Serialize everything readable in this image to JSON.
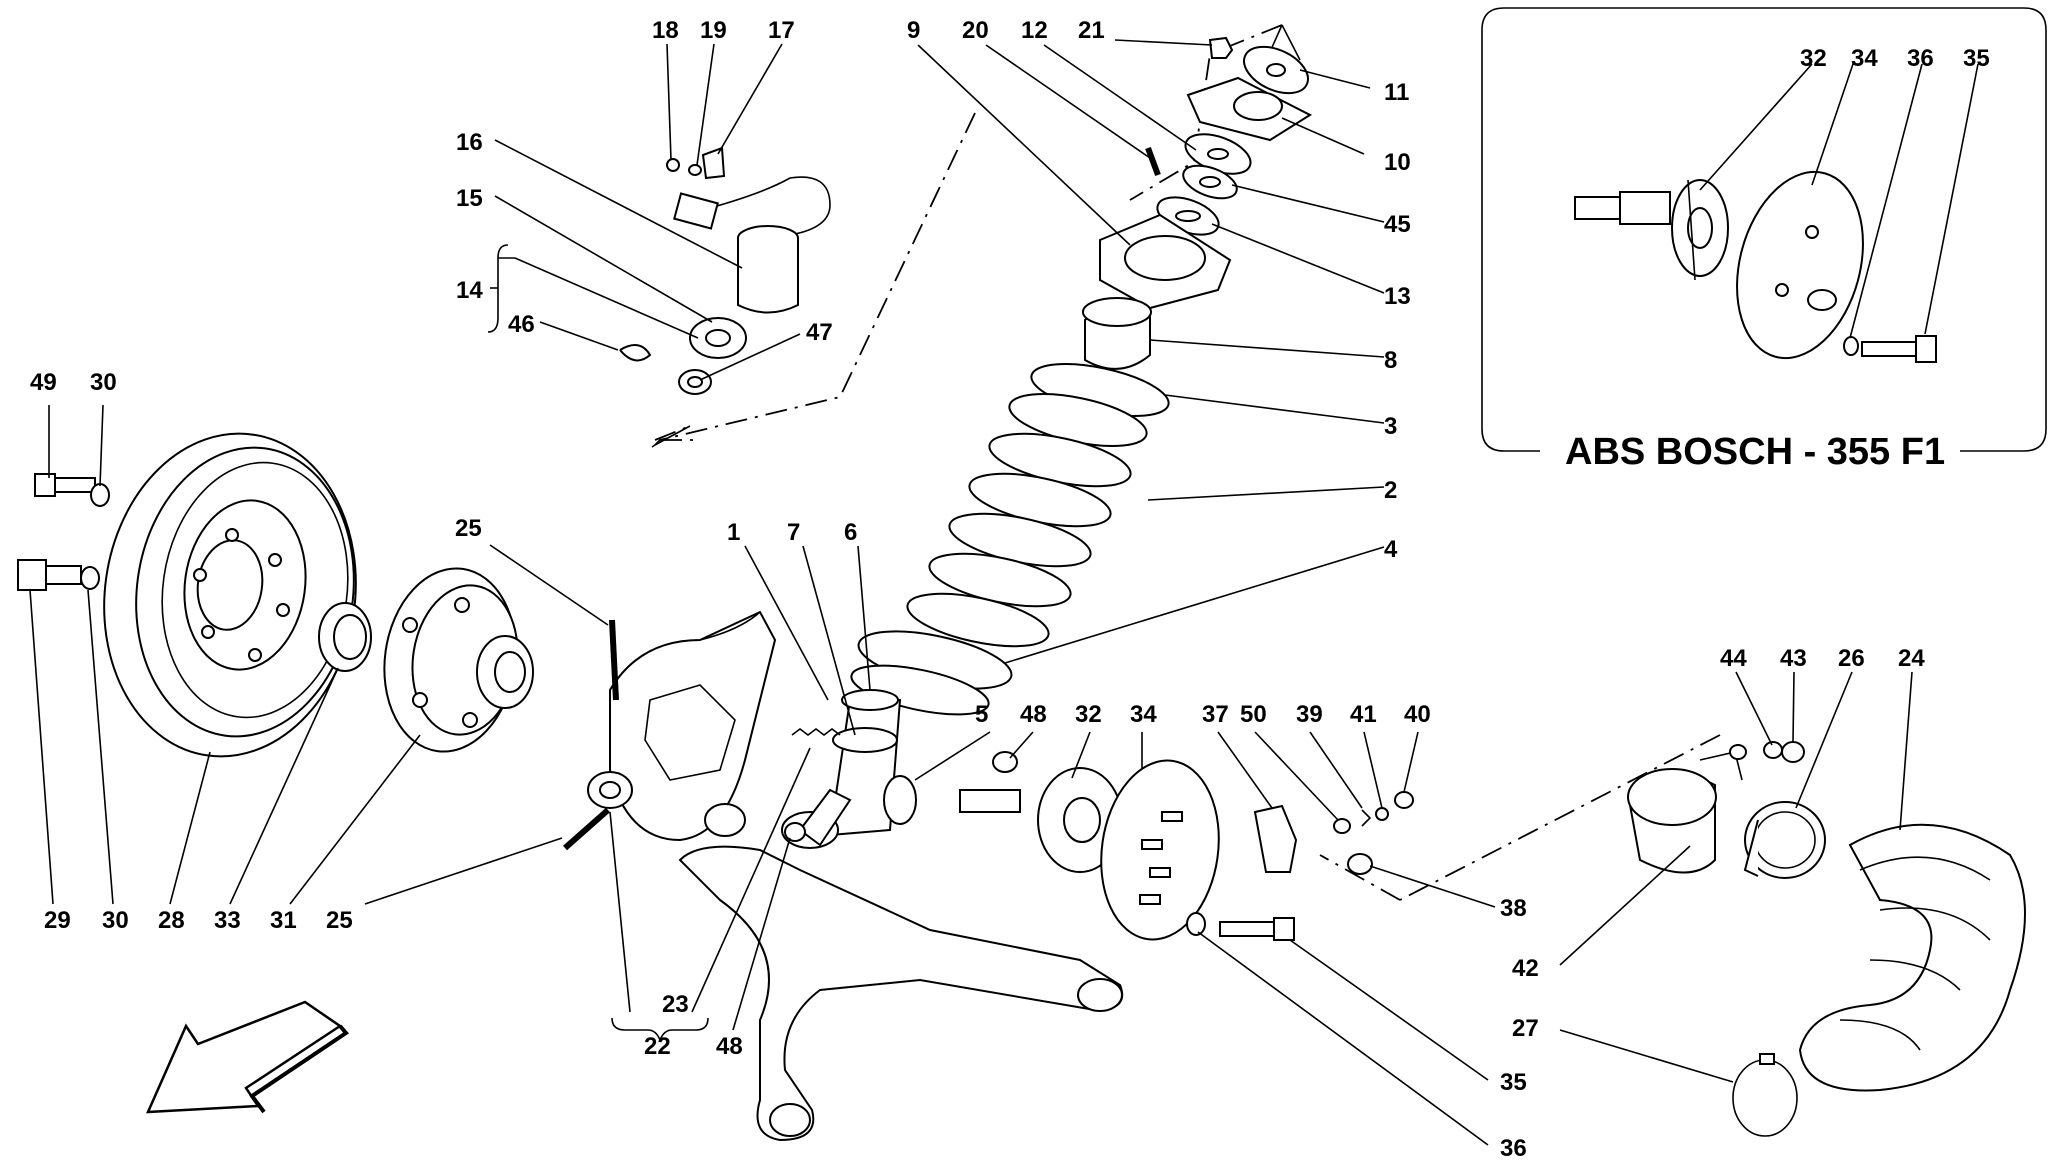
{
  "inset": {
    "title": "ABS BOSCH - 355 F1",
    "callouts": [
      "32",
      "34",
      "36",
      "35"
    ]
  },
  "callouts": {
    "c18": "18",
    "c19": "19",
    "c17": "17",
    "c9": "9",
    "c20": "20",
    "c12": "12",
    "c21": "21",
    "c11": "11",
    "c10": "10",
    "c45": "45",
    "c13": "13",
    "c8": "8",
    "c3": "3",
    "c2": "2",
    "c4": "4",
    "c16": "16",
    "c15": "15",
    "c14": "14",
    "c46": "46",
    "c47": "47",
    "c49": "49",
    "c30a": "30",
    "c25a": "25",
    "c1": "1",
    "c7": "7",
    "c6": "6",
    "c5": "5",
    "c48a": "48",
    "c32": "32",
    "c34": "34",
    "c37": "37",
    "c50": "50",
    "c39": "39",
    "c41": "41",
    "c40": "40",
    "c44": "44",
    "c43": "43",
    "c26": "26",
    "c24": "24",
    "c29": "29",
    "c30b": "30",
    "c28": "28",
    "c33": "33",
    "c31": "31",
    "c25b": "25",
    "c38": "38",
    "c42": "42",
    "c27": "27",
    "c35": "35",
    "c36": "36",
    "c23": "23",
    "c22": "22",
    "c48b": "48"
  },
  "icons": {
    "direction_arrow": "arrow-down-left-icon"
  }
}
